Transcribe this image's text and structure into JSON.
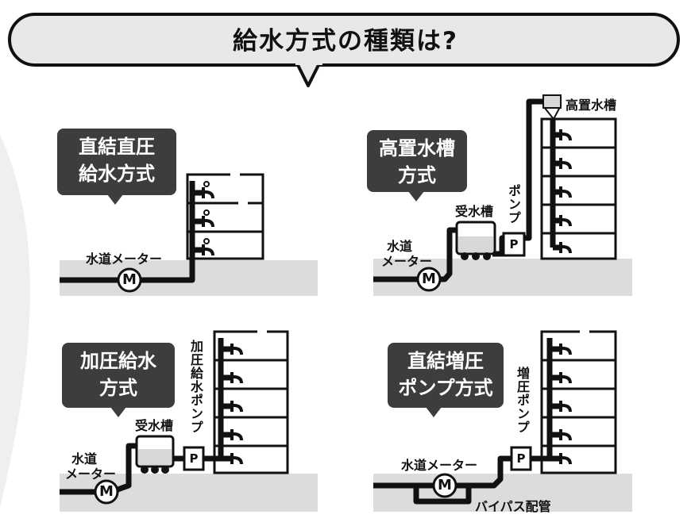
{
  "title": "給水方式の種類は?",
  "systems": {
    "direct": {
      "name_lines": [
        "直結直圧",
        "給水方式"
      ],
      "meter_label": "水道メーター",
      "meter_symbol": "M"
    },
    "elevated": {
      "name_lines": [
        "高置水槽",
        "方式"
      ],
      "tank_label": "高置水槽",
      "receiving_tank_label": "受水槽",
      "pump_label": "ポンプ",
      "meter_label_lines": [
        "水道",
        "メーター"
      ],
      "meter_symbol": "M",
      "pump_symbol": "P"
    },
    "pressurized": {
      "name_lines": [
        "加圧給水",
        "方式"
      ],
      "pump_label": "加圧給水ポンプ",
      "receiving_tank_label": "受水槽",
      "meter_label_lines": [
        "水道",
        "メーター"
      ],
      "meter_symbol": "M",
      "pump_symbol": "P"
    },
    "booster": {
      "name_lines": [
        "直結増圧",
        "ポンプ方式"
      ],
      "pump_label": "増圧ポンプ",
      "meter_label": "水道メーター",
      "bypass_label": "バイパス配管",
      "meter_symbol": "M",
      "pump_symbol": "P"
    }
  },
  "colors": {
    "ink": "#111111",
    "callout": "#3d3d3d",
    "ground": "#dcdcdc",
    "tank_fill": "#d8d8d8",
    "title_fill": "#e8e8e8"
  }
}
